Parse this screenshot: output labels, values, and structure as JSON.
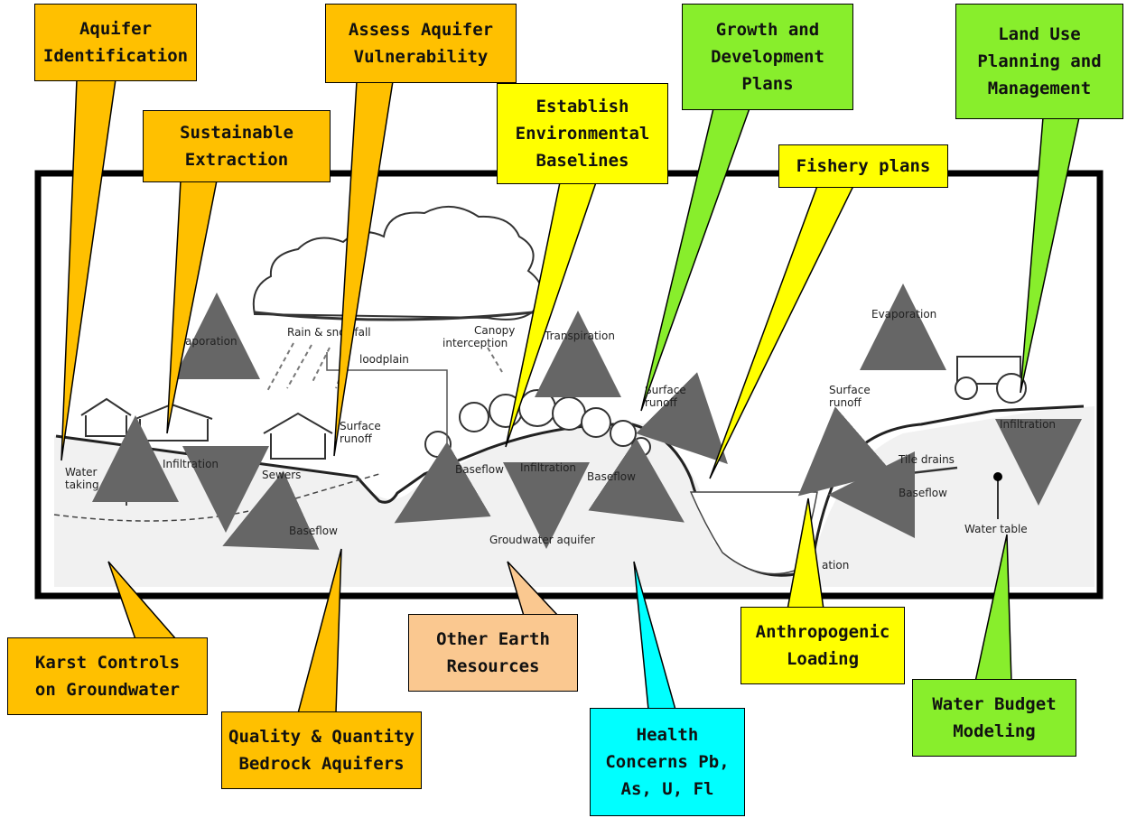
{
  "colors": {
    "orange": "#ffc000",
    "yellow": "#ffff00",
    "green": "#88ee2c",
    "cyan": "#00ffff",
    "peach": "#fac890",
    "frame": "#000000"
  },
  "diagram_labels": {
    "evaporation_left": "aporation",
    "rain": "Rain & snowfall",
    "floodplain": "loodplain",
    "canopy": "Canopy",
    "interception": "interception",
    "transpiration": "Transpiration",
    "surface_runoff_center": "Surface",
    "runoff_center": "runoff",
    "evaporation_right": "Evaporation",
    "surface_runoff_right": "Surface",
    "runoff_right": "runoff",
    "surface_left": "Surface",
    "runoff_left": "runoff",
    "infiltration_right": "Infiltration",
    "tile_drains": "Tile drains",
    "baseflow_right": "Baseflow",
    "water_table": "Water table",
    "water": "Water",
    "taking": "taking",
    "infiltration_left": "Infiltration",
    "sewers": "Sewers",
    "baseflow_left": "Baseflow",
    "baseflow_center_left": "Baseflow",
    "infiltration_center": "Infiltration",
    "baseflow_center": "Baseflow",
    "groundwater_aquifer": "Groudwater aquifer",
    "ation": "ation"
  },
  "callouts": {
    "aquifer_identification": "Aquifer\nIdentification",
    "sustainable_extraction": "Sustainable\nExtraction",
    "assess_aquifer_vulnerability": "Assess Aquifer\nVulnerability",
    "establish_environmental_baselines": "Establish\nEnvironmental\nBaselines",
    "growth_and_development_plans": "Growth and\nDevelopment\nPlans",
    "fishery_plans": "Fishery plans",
    "land_use_planning": "Land Use\nPlanning and\nManagement",
    "karst_controls": "Karst Controls\non Groundwater",
    "quality_quantity_bedrock": "Quality & Quantity\nBedrock Aquifers",
    "other_earth_resources": "Other Earth\nResources",
    "health_concerns": "Health\nConcerns Pb,\nAs, U, Fl",
    "anthropogenic_loading": "Anthropogenic\nLoading",
    "water_budget_modeling": "Water Budget\nModeling"
  }
}
